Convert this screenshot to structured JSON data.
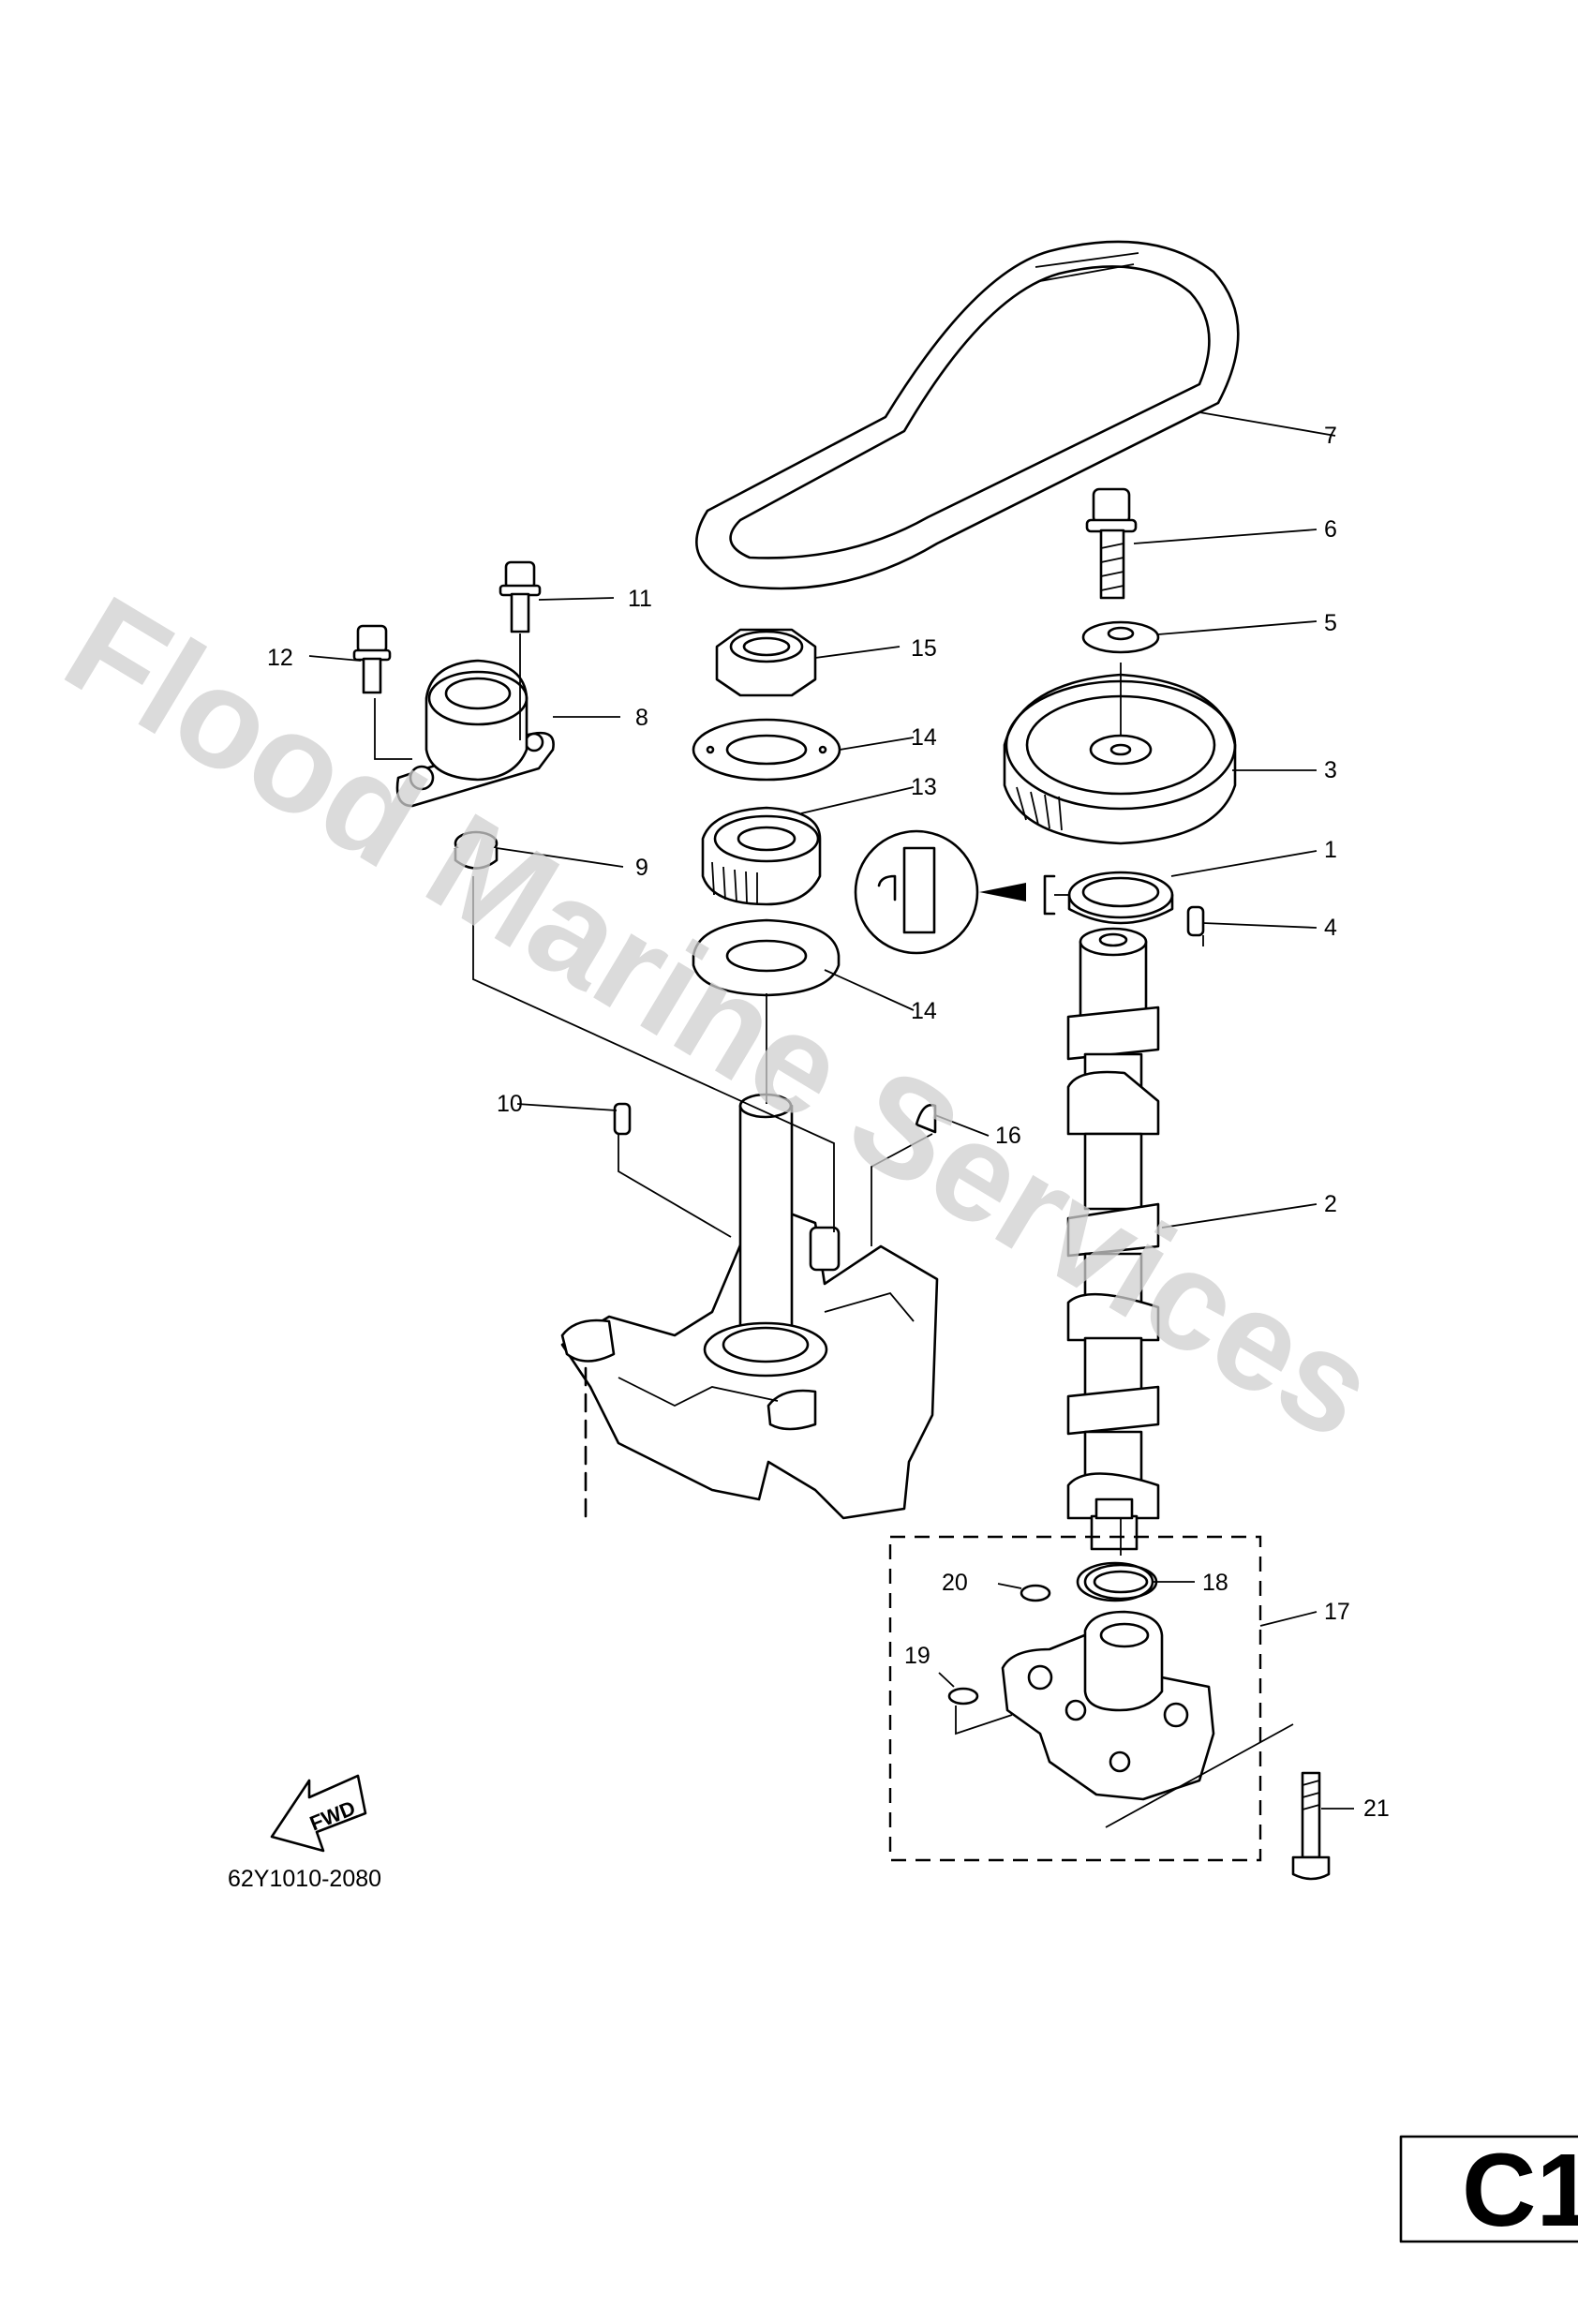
{
  "watermark": "Flood Marine Services",
  "diagram_code": "62Y1010-2080",
  "page_code": "C1",
  "fwd_label": "FWD",
  "callouts": {
    "c1": "1",
    "c2": "2",
    "c3": "3",
    "c4": "4",
    "c5": "5",
    "c6": "6",
    "c7": "7",
    "c8": "8",
    "c9": "9",
    "c10": "10",
    "c11": "11",
    "c12": "12",
    "c13": "13",
    "c14a": "14",
    "c14b": "14",
    "c15": "15",
    "c16": "16",
    "c17": "17",
    "c18": "18",
    "c19": "19",
    "c20": "20",
    "c21": "21"
  }
}
